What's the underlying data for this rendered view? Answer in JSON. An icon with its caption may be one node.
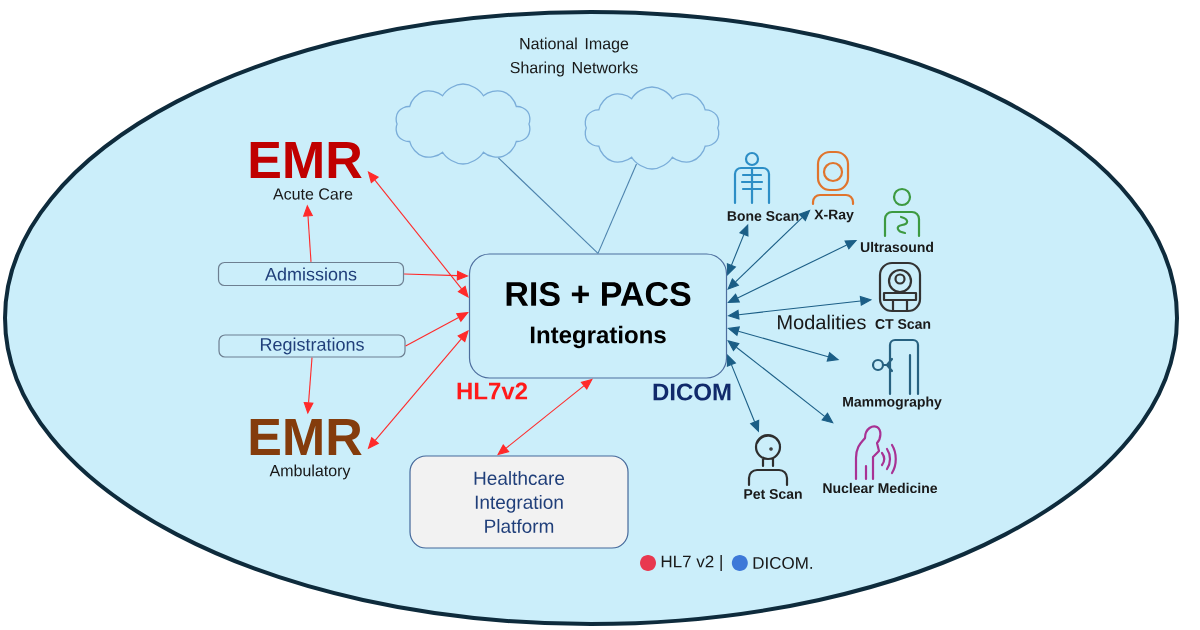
{
  "diagram": {
    "nodes": [
      {
        "text": [],
        "shape": "ellipse"
      },
      {
        "text": [],
        "shape": "cloud",
        "in": 0
      },
      {
        "text": [],
        "shape": "cloud",
        "in": 0
      },
      {
        "text": [
          "EMR",
          "Acute Care"
        ],
        "in": 0
      },
      {
        "text": [
          "Bone Scan"
        ],
        "in": 0
      },
      {
        "text": [
          "X-Ray"
        ],
        "in": 0
      },
      {
        "text": [
          "Ultrasound"
        ],
        "in": 0
      },
      {
        "text": [
          "Admissions"
        ],
        "in": 0
      },
      {
        "text": [
          "RIS + PACS",
          "Integrations"
        ],
        "in": 0
      },
      {
        "text": [
          "CT Scan"
        ],
        "in": 0
      },
      {
        "text": [
          "Registrations"
        ],
        "in": 0
      },
      {
        "text": [
          "Mammography"
        ],
        "in": 0
      },
      {
        "text": [
          "EMR",
          "Ambulatory"
        ],
        "in": 0
      },
      {
        "text": [
          "Healthcare Integration Platform"
        ],
        "in": 0
      },
      {
        "text": [
          "Pet Scan"
        ],
        "in": 0
      },
      {
        "text": [
          "Nuclear Medicine"
        ],
        "in": 0
      }
    ],
    "edges": [
      {
        "from": 1,
        "to": 8,
        "arrow": "none",
        "color": "#4d83ad"
      },
      {
        "from": 2,
        "to": 8,
        "arrow": "none",
        "color": "#4d83ad"
      },
      {
        "from": 7,
        "to": 3,
        "arrow": "to",
        "color": "#ff2a2a"
      },
      {
        "from": 7,
        "to": 8,
        "arrow": "to",
        "color": "#ff2a2a"
      },
      {
        "from": 8,
        "to": 3,
        "arrow": "both",
        "color": "#ff2a2a"
      },
      {
        "from": 10,
        "to": 8,
        "arrow": "to",
        "color": "#ff2a2a"
      },
      {
        "from": 10,
        "to": 12,
        "arrow": "to",
        "color": "#ff2a2a"
      },
      {
        "from": 8,
        "to": 12,
        "arrow": "both",
        "color": "#ff2a2a"
      },
      {
        "from": 8,
        "to": 13,
        "arrow": "both",
        "color": "#ff2a2a"
      },
      {
        "from": 8,
        "to": 4,
        "arrow": "both",
        "color": "#1b5e86"
      },
      {
        "from": 8,
        "to": 5,
        "arrow": "both",
        "color": "#1b5e86"
      },
      {
        "from": 8,
        "to": 6,
        "arrow": "both",
        "color": "#1b5e86"
      },
      {
        "from": 8,
        "to": 9,
        "arrow": "both",
        "color": "#1b5e86"
      },
      {
        "from": 8,
        "to": 11,
        "arrow": "both",
        "color": "#1b5e86"
      },
      {
        "from": 8,
        "to": 14,
        "arrow": "both",
        "color": "#1b5e86"
      },
      {
        "from": 8,
        "to": 15,
        "arrow": "both",
        "color": "#1b5e86"
      }
    ],
    "labels": [
      "National Image Sharing Networks",
      "Modalities",
      "HL7v2",
      "DICOM"
    ],
    "legend": [
      {
        "text": "HL7 v2 |",
        "color": "#e8384f"
      },
      {
        "text": "DICOM.",
        "color": "#3d78d8"
      }
    ]
  }
}
